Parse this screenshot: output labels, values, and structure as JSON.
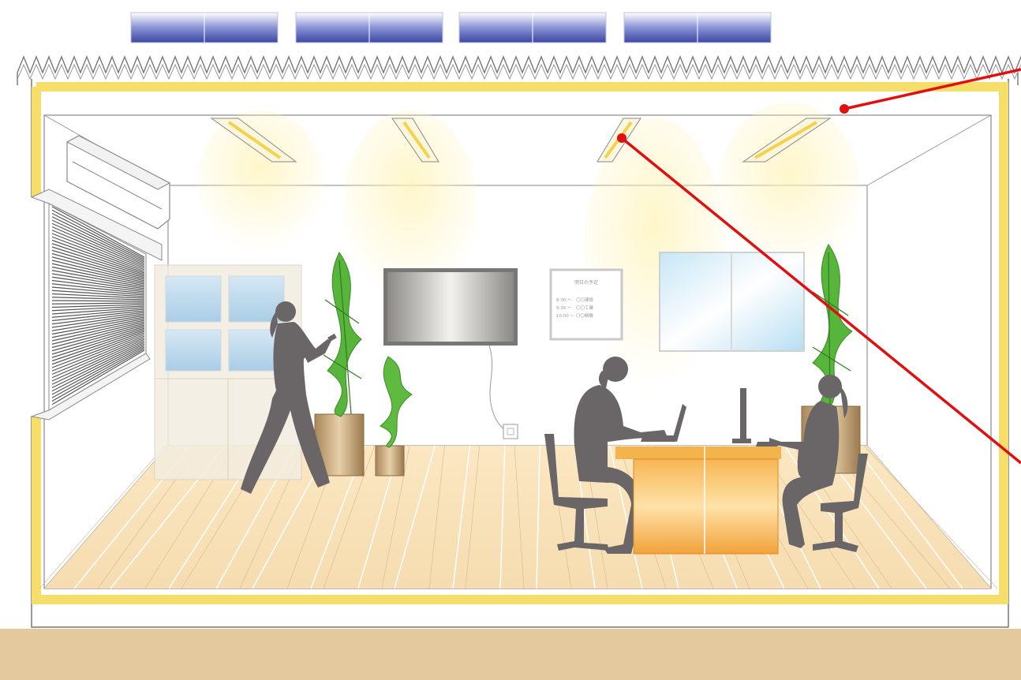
{
  "schedule_board": {
    "title": "明日の予定",
    "lines": [
      "8:30 〜　〇〇建設",
      "9:30 〜　〇〇工業",
      "10:00 〜 〇〇精機"
    ]
  },
  "colors": {
    "insulation": "#f5df6a",
    "floor": "#f7dfb4",
    "ground": "#e3c99d",
    "silhouette": "#6a6668",
    "solar_panel": "#4a56b0",
    "leader_line": "#e01010",
    "desk": "#f2a940"
  },
  "icons": [
    "solar-panel-icon",
    "air-conditioner-icon",
    "window-shutter-icon",
    "bookshelf-icon",
    "wall-monitor-icon",
    "power-outlet-icon",
    "plant-icon",
    "person-walking-icon",
    "person-working-icon",
    "desk-icon",
    "computer-icon",
    "ceiling-light-icon"
  ]
}
